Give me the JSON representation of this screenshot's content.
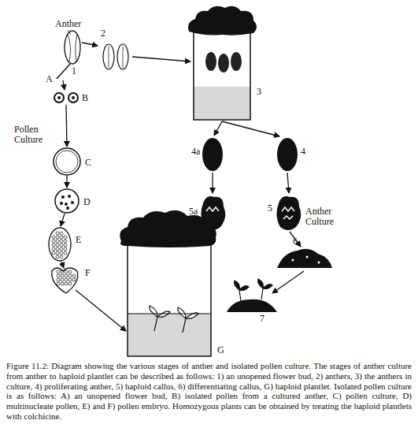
{
  "diagram": {
    "caption": "Figure 11.2: Diagram showing the various stages of anther and isolated pollen culture. The stages of anther culture from anther to haploid plantlet can be described as follows: 1) an unopened flower bud, 2) anthers, 3) the anthers in culture, 4) proliferating anther, 5) haploid callus, 6) differentiating callus, G) haploid plantlet. Isolated pollen culture is as follows: A) an unopened flower bud, B) isolated pollen from a cultured anther, C) pollen culture, D) multinucleate pollen, E) and F) pollen embryo. Homozygous plants can be obtained by treating the haploid plantlets with colchicine.",
    "labels": [
      "Anther",
      "1",
      "2",
      "3",
      "4a",
      "4",
      "5a",
      "5",
      "Anther Culture",
      "6",
      "7",
      "A",
      "B",
      "Pollen Culture",
      "C",
      "D",
      "E",
      "F",
      "G"
    ]
  }
}
